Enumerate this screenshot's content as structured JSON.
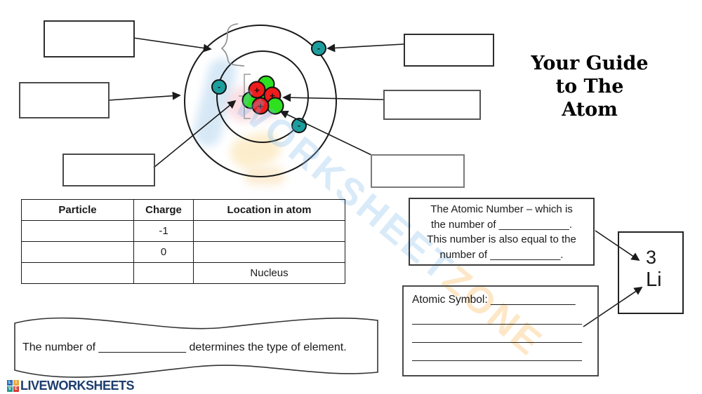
{
  "title": {
    "line1": "Your Guide",
    "line2": "to The",
    "line3": "Atom"
  },
  "watermark": {
    "part1": "WORKSHEET",
    "part2": "ZONE"
  },
  "atom": {
    "proton_sign": "+",
    "electron_sign": "-"
  },
  "table": {
    "headers": [
      "Particle",
      "Charge",
      "Location in atom"
    ],
    "rows": [
      {
        "particle": "",
        "charge": "-1",
        "location": ""
      },
      {
        "particle": "",
        "charge": "0",
        "location": ""
      },
      {
        "particle": "",
        "charge": "",
        "location": "Nucleus"
      }
    ]
  },
  "atomic_number_box": {
    "lines": [
      "The Atomic Number – which is",
      "the number of ____________.",
      "This number is also equal to the",
      "number of ____________."
    ]
  },
  "atomic_symbol_box": {
    "label": "Atomic Symbol: ______________"
  },
  "element_tile": {
    "atomic_number": "3",
    "symbol": "Li"
  },
  "banner": {
    "text": "The number of ______________ determines the type of element."
  },
  "logo": {
    "text": "LIVEWORKSHEETS",
    "squares": [
      "L",
      "I",
      "V",
      "E"
    ]
  },
  "colors": {
    "proton_red": "#ee1c1c",
    "neutron_green": "#2ee01f",
    "electron_teal": "#1d9e9e",
    "logo_navy": "#1d3d6d",
    "watermark_blue": "#82b9eb",
    "watermark_orange": "#f8ba5f"
  }
}
